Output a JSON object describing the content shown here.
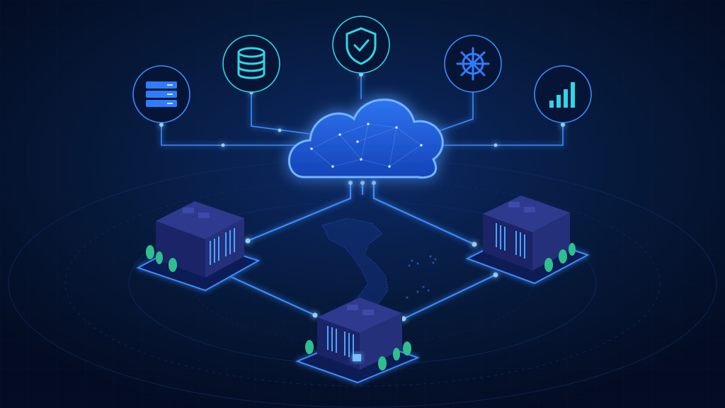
{
  "colors": {
    "background": "#04102a",
    "cloud_fill": "#1f5fe0",
    "glow_blue": "#3a8bff",
    "icon_teal": "#2fd6e6",
    "icon_blue": "#2f7dff",
    "building_top": "#2b3a8e",
    "building_side": "#1a2466",
    "window_lit": "#4aa3ff",
    "tree": "#2fbf8f"
  },
  "icons": [
    {
      "id": "server-rack-icon",
      "color": "#2f7dff"
    },
    {
      "id": "database-icon",
      "color": "#2fd6e6"
    },
    {
      "id": "security-shield-check-icon",
      "color": "#2fd6e6"
    },
    {
      "id": "kubernetes-helm-icon",
      "color": "#2f7dff"
    },
    {
      "id": "bar-chart-icon",
      "color": "#2fd6e6"
    }
  ],
  "nodes": [
    {
      "id": "cloud-hub"
    },
    {
      "id": "datacenter-west"
    },
    {
      "id": "datacenter-east"
    },
    {
      "id": "datacenter-south"
    }
  ],
  "edges": [
    {
      "from": "cloud-hub",
      "to": "datacenter-west"
    },
    {
      "from": "cloud-hub",
      "to": "datacenter-east"
    },
    {
      "from": "datacenter-west",
      "to": "datacenter-south"
    },
    {
      "from": "datacenter-east",
      "to": "datacenter-south"
    },
    {
      "from": "server-rack-icon",
      "to": "cloud-hub"
    },
    {
      "from": "database-icon",
      "to": "cloud-hub"
    },
    {
      "from": "security-shield-check-icon",
      "to": "cloud-hub"
    },
    {
      "from": "kubernetes-helm-icon",
      "to": "cloud-hub"
    },
    {
      "from": "bar-chart-icon",
      "to": "cloud-hub"
    }
  ],
  "map_region": "vietnam-map-silhouette"
}
